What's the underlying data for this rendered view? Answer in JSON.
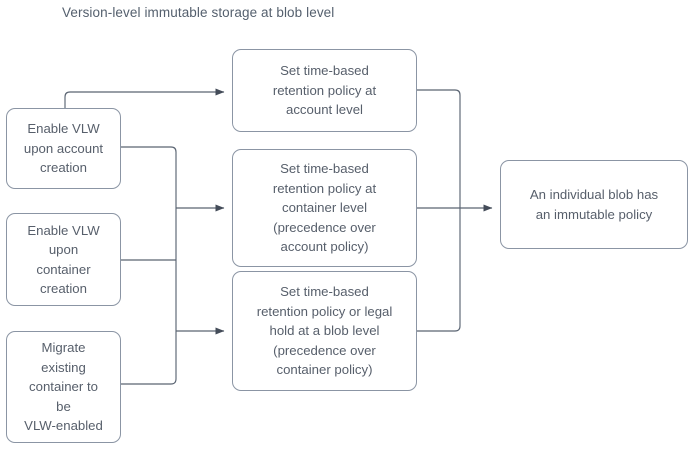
{
  "diagram": {
    "title": "Version-level immutable storage at blob level",
    "type": "flowchart",
    "direction": "left-to-right",
    "colors": {
      "background": "#ffffff",
      "node_border": "#8b95a4",
      "node_fill": "#ffffff",
      "text": "#575f6b",
      "edge": "#5a6472"
    },
    "nodes": [
      {
        "id": "enable-account",
        "label": "Enable VLW\nupon account\ncreation",
        "column": "left",
        "shape": "rounded-rectangle"
      },
      {
        "id": "enable-container",
        "label": "Enable VLW\nupon\ncontainer\ncreation",
        "column": "left",
        "shape": "rounded-rectangle"
      },
      {
        "id": "migrate",
        "label": "Migrate\nexisting\ncontainer to\nbe\nVLW-enabled",
        "column": "left",
        "shape": "rounded-rectangle"
      },
      {
        "id": "policy-account",
        "label": "Set time-based\nretention policy at\naccount level",
        "column": "middle",
        "shape": "rounded-rectangle"
      },
      {
        "id": "policy-container",
        "label": "Set time-based\nretention policy at\ncontainer level\n(precedence over\naccount policy)",
        "column": "middle",
        "shape": "rounded-rectangle"
      },
      {
        "id": "policy-blob",
        "label": "Set time-based\nretention policy or legal\nhold at a blob level\n(precedence over\ncontainer policy)",
        "column": "middle",
        "shape": "rounded-rectangle"
      },
      {
        "id": "result",
        "label": "An individual blob has\nan immutable policy",
        "column": "right",
        "shape": "rounded-rectangle"
      }
    ],
    "edges": [
      {
        "from": "enable-account",
        "to": "policy-account",
        "style": "orthogonal",
        "arrow": true
      },
      {
        "from": "enable-account",
        "to": "policy-container",
        "style": "orthogonal",
        "arrow": true
      },
      {
        "from": "enable-container",
        "to": "policy-container",
        "style": "orthogonal",
        "arrow": true
      },
      {
        "from": "enable-container",
        "to": "policy-blob",
        "style": "orthogonal",
        "arrow": true
      },
      {
        "from": "migrate",
        "to": "policy-blob",
        "style": "orthogonal",
        "arrow": true
      },
      {
        "from": "policy-account",
        "to": "result",
        "style": "orthogonal",
        "arrow": true
      },
      {
        "from": "policy-container",
        "to": "result",
        "style": "orthogonal",
        "arrow": true
      },
      {
        "from": "policy-blob",
        "to": "result",
        "style": "orthogonal",
        "arrow": true
      }
    ]
  }
}
